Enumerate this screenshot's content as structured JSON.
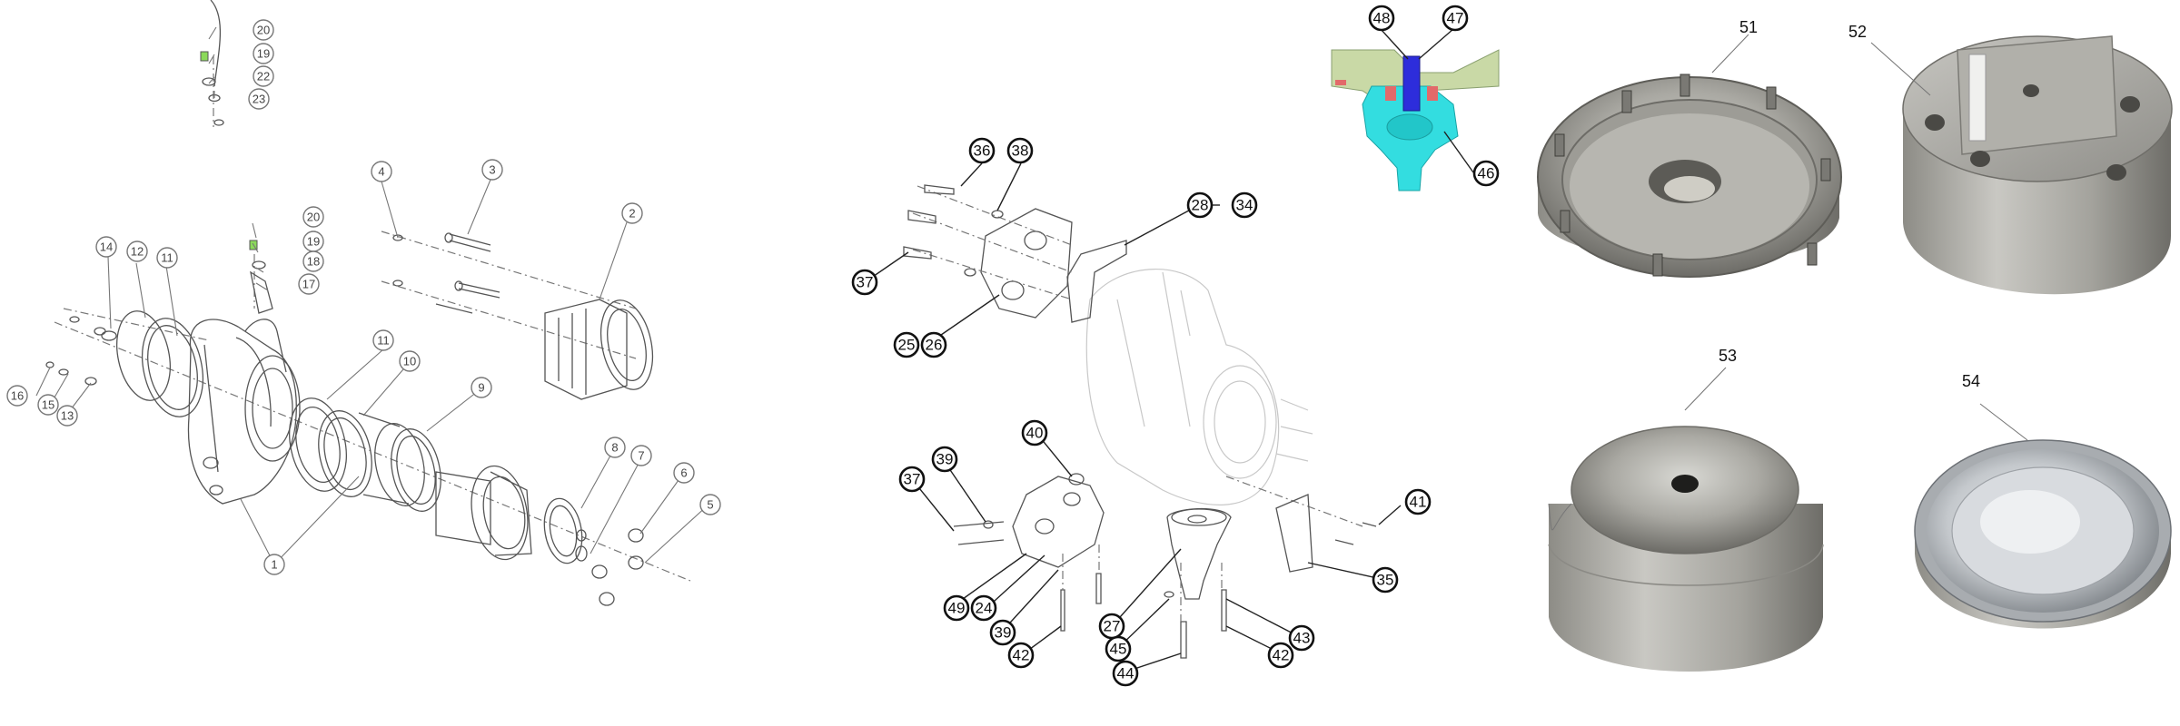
{
  "left_exploded_view": {
    "callouts": [
      "20",
      "19",
      "22",
      "23",
      "20",
      "19",
      "18",
      "17",
      "4",
      "3",
      "2",
      "14",
      "12",
      "11",
      "16",
      "15",
      "13",
      "11",
      "10",
      "9",
      "1",
      "8",
      "7",
      "6",
      "5"
    ]
  },
  "middle_exploded_view": {
    "callouts": [
      "36",
      "38",
      "28",
      "34",
      "37",
      "25",
      "26",
      "40",
      "39",
      "37",
      "41",
      "49",
      "24",
      "39",
      "42",
      "27",
      "45",
      "44",
      "42",
      "43",
      "35"
    ]
  },
  "section_detail": {
    "callouts": [
      "48",
      "47",
      "46"
    ],
    "colors": {
      "section_green": "#c9d9a6",
      "insert_cyan": "#33dde0",
      "pin_blue": "#2d2ddb",
      "seal_red": "#e26a6a"
    }
  },
  "tool_photos": {
    "labels": [
      "51",
      "52",
      "53",
      "54"
    ]
  }
}
